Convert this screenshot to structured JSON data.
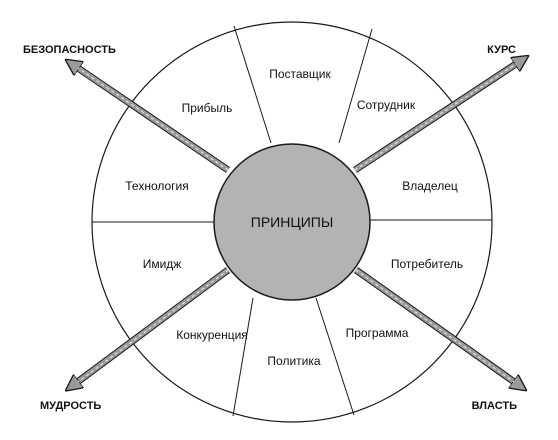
{
  "diagram": {
    "center_label": "ПРИНЦИПЫ",
    "segments": [
      "Поставщик",
      "Сотрудник",
      "Владелец",
      "Потребитель",
      "Программа",
      "Политика",
      "Конкуренция",
      "Имидж",
      "Технология",
      "Прибыль"
    ],
    "axes": {
      "top_left": "БЕЗОПАСНОСТЬ",
      "top_right": "КУРС",
      "bottom_left": "МУДРОСТЬ",
      "bottom_right": "ВЛАСТЬ"
    },
    "colors": {
      "center_fill": "#b3b3b3",
      "arrow_fill": "#9a9a9a",
      "line": "#1a1a1a"
    }
  }
}
